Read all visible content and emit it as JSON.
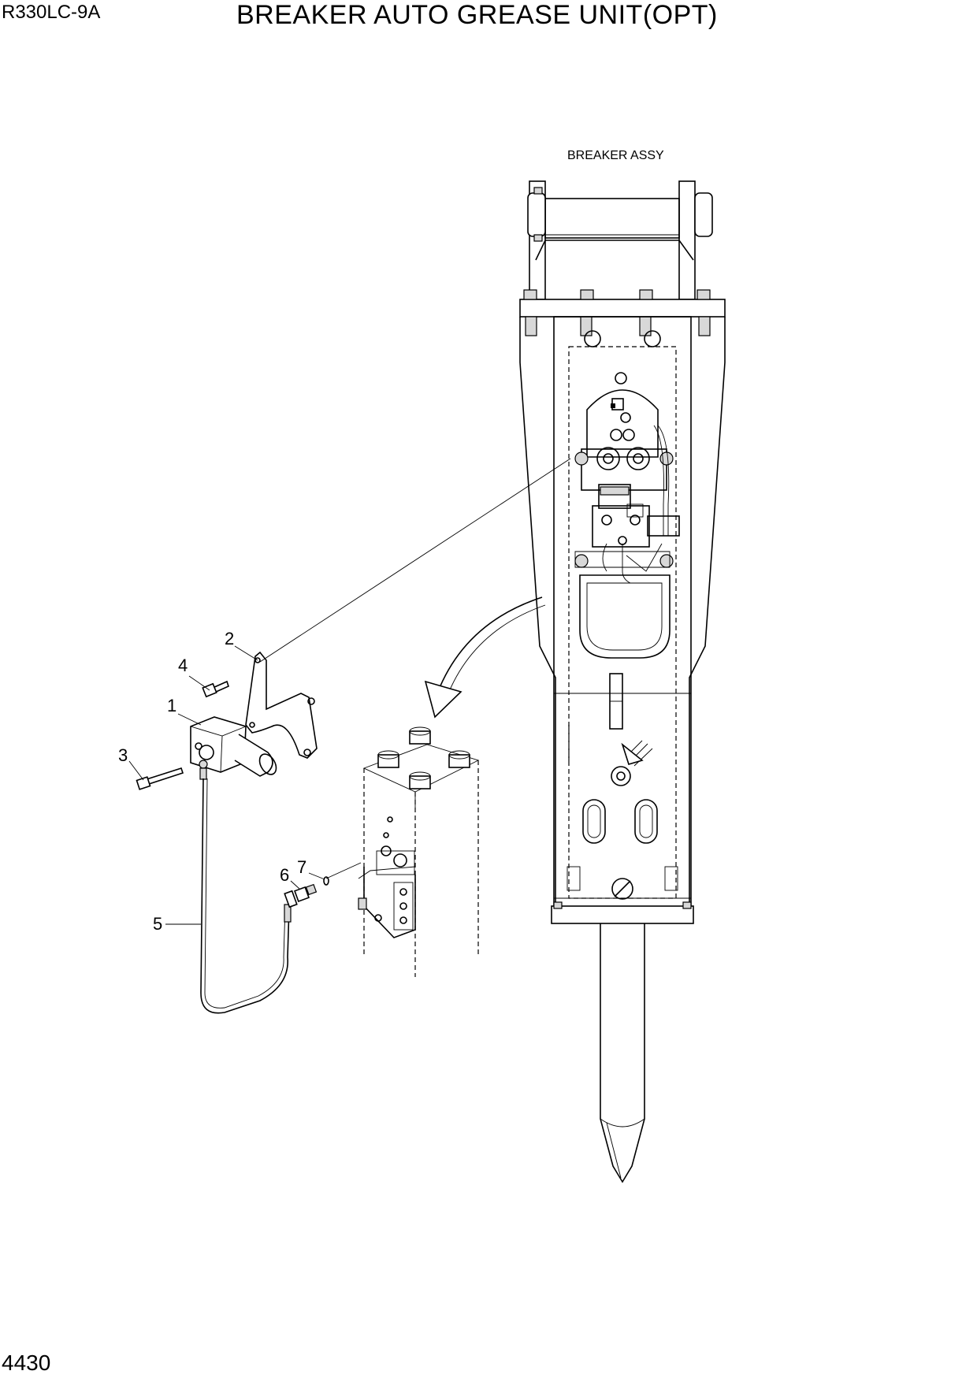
{
  "header": {
    "model": "R330LC-9A",
    "title": "BREAKER AUTO GREASE UNIT(OPT)"
  },
  "footer": {
    "page_number": "4430"
  },
  "drawing": {
    "assembly_label": "BREAKER ASSY",
    "callouts": [
      {
        "id": "1",
        "label": "1"
      },
      {
        "id": "2",
        "label": "2"
      },
      {
        "id": "3",
        "label": "3"
      },
      {
        "id": "4",
        "label": "4"
      },
      {
        "id": "5",
        "label": "5"
      },
      {
        "id": "6",
        "label": "6"
      },
      {
        "id": "7",
        "label": "7"
      }
    ]
  }
}
